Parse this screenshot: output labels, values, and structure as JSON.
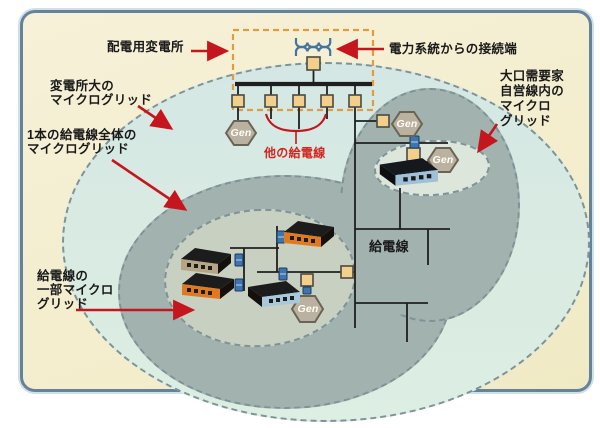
{
  "diagram": {
    "labels": {
      "substation": "配電用変電所",
      "grid_connection": "電力系統からの接続端",
      "substation_microgrid": "変電所大の\nマイクログリッド",
      "feeder_whole_microgrid": "1本の給電線全体の\nマイクログリッド",
      "feeder_part_microgrid": "給電線の\n一部マイクロ\nグリッド",
      "large_customer_microgrid": "大口需要家\n自営線内の\nマイクロ\nグリッド",
      "other_feeders": "他の給電線",
      "feeder_line": "給電線",
      "generator": "Gen"
    },
    "colors": {
      "panel_background": "#f3edcc",
      "panel_border": "#64839b",
      "region_substation_microgrid": "#d8eae3",
      "region_feeder_microgrid": "#a2b2af",
      "region_feeder_part_microgrid": "#c8d1c1",
      "region_large_customer_microgrid": "#dce6db",
      "accent_red": "#c4161c",
      "circuit_line": "#1f1f1f",
      "substation_dashed_box": "#e39b3c",
      "switch_fill": "#f2d08c",
      "transformer_blue": "#44749f",
      "connector_blue": "#3f74ae",
      "generator_fill": "#bab1a1",
      "building_orange": "#e07a1f",
      "building_tan": "#b5a584",
      "building_blue": "#a9c8dc"
    },
    "icons": {
      "transformer": "transformer-coils-icon",
      "generator": "gen-hexagon-icon",
      "switch": "switch-square-icon",
      "inverter": "blue-connector-icon"
    }
  }
}
